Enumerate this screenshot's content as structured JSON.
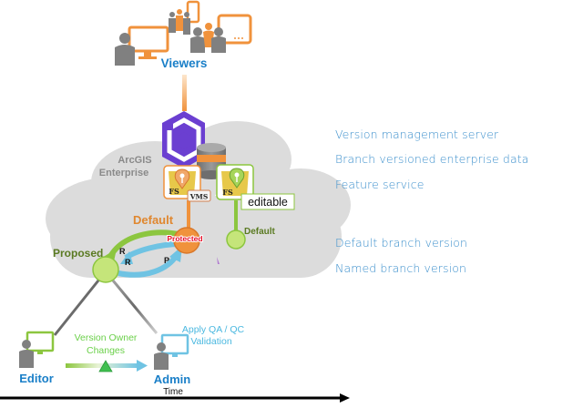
{
  "diagram": {
    "viewers_label": "Viewers",
    "platform_label_line1": "ArcGIS",
    "platform_label_line2": "Enterprise",
    "default_label_main": "Default",
    "default_label_secondary": "Default",
    "protected_label": "Protected",
    "proposed_label": "Proposed",
    "fs_label_1": "FS",
    "vms_label": "VMS",
    "fs_label_2": "FS",
    "editable_label": "editable",
    "arrow_labels": {
      "reconcile_1": "R",
      "reconcile_2": "R",
      "post": "P"
    },
    "editor_label": "Editor",
    "admin_label": "Admin",
    "version_owner_line1": "Version Owner",
    "version_owner_line2": "Changes",
    "qa_line1": "Apply QA / QC",
    "qa_line2": "Validation",
    "time_label": "Time"
  },
  "legend": [
    {
      "label": "Version management server"
    },
    {
      "label": "Branch versioned enterprise data"
    },
    {
      "label": "Feature service"
    },
    {
      "label": "Default branch version"
    },
    {
      "label": "Named branch version"
    }
  ],
  "colors": {
    "orange": "#f0923c",
    "green": "#8cc63f",
    "light_green": "#c5e57a",
    "blue": "#1a7fc8",
    "cyan": "#6fc3e3",
    "purple": "#6b3fd1",
    "gray": "#8a8a8a",
    "cloud": "#dcdcdc",
    "red": "#e8102a"
  }
}
